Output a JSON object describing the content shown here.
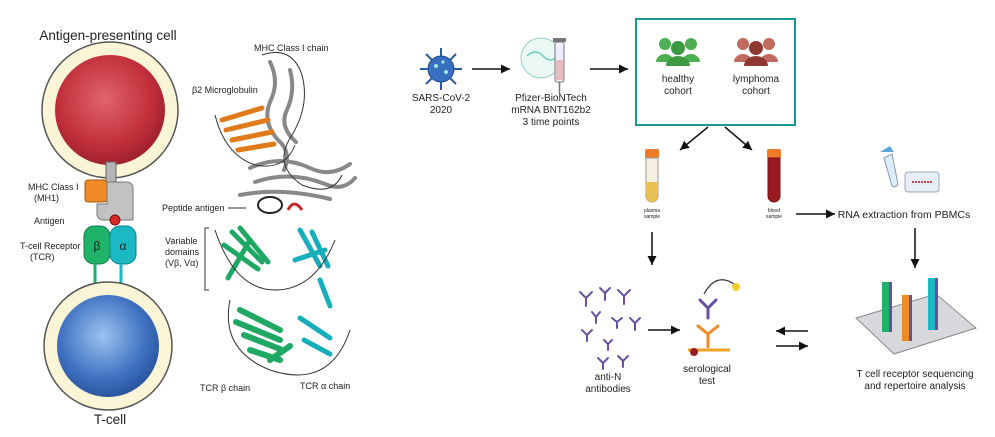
{
  "left_panel": {
    "apc_title": "Antigen-presenting cell",
    "mhc_label_1": "MHC Class I",
    "mhc_label_2": "(MH1)",
    "antigen_label": "Antigen",
    "tcr_label_1": "T-cell Receptor",
    "tcr_label_2": "(TCR)",
    "beta_symbol": "β",
    "alpha_symbol": "α",
    "tcell_title": "T-cell",
    "colors": {
      "apc_inner": "#c8323c",
      "apc_ring": "#fbf5d8",
      "mhc": "#f08a24",
      "tcr_beta": "#1fb36a",
      "tcr_alpha": "#1ab9c4",
      "tcell_inner": "#3f72c2",
      "antigen": "#d62828"
    }
  },
  "structure": {
    "mhc_chain": "MHC Class I chain",
    "b2m": "β2 Microglobulin",
    "peptide": "Peptide antigen",
    "var_1": "Variable",
    "var_2": "domains",
    "var_3": "(Vβ, Vα)",
    "tcr_beta_chain": "TCR β chain",
    "tcr_alpha_chain": "TCR α chain"
  },
  "workflow": {
    "virus_1": "SARS-CoV-2",
    "virus_2": "2020",
    "vaccine_1": "Pfizer-BioNTech",
    "vaccine_2": "mRNA BNT162b2",
    "vaccine_3": "3 time points",
    "healthy_1": "healthy",
    "healthy_2": "cohort",
    "lymphoma_1": "lymphoma",
    "lymphoma_2": "cohort",
    "plasma_1": "plasma",
    "plasma_2": "sample",
    "blood_1": "blood",
    "blood_2": "sample",
    "rna": "RNA extraction from PBMCs",
    "anti_1": "anti-N",
    "anti_2": "antibodies",
    "sero_1": "serological",
    "sero_2": "test",
    "tcr_seq_1": "T cell receptor sequencing",
    "tcr_seq_2": "and repertoire analysis",
    "colors": {
      "cohort_box": "#1a9a92",
      "healthy": "#4caf50",
      "lymphoma": "#b5584f",
      "virus": "#2b5aa8",
      "antibody": "#6a4fa0"
    }
  }
}
